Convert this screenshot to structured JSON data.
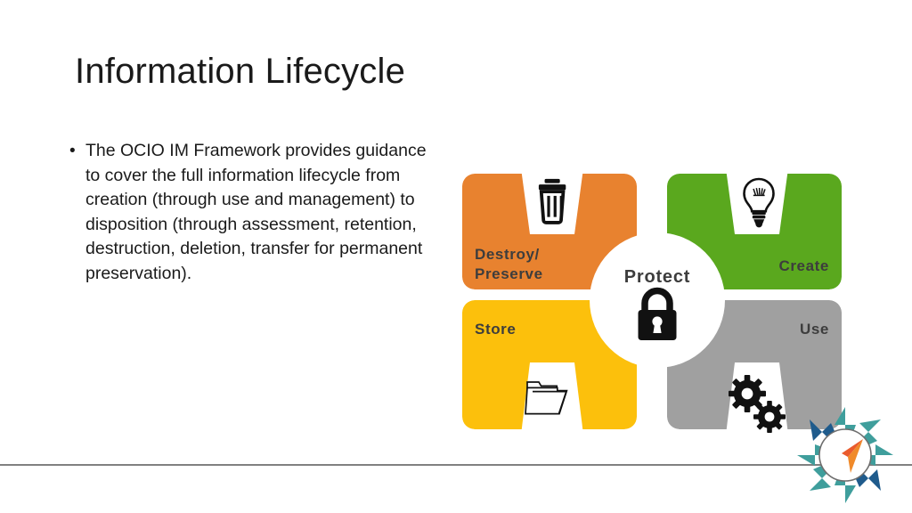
{
  "slide": {
    "title": "Information Lifecycle",
    "background_color": "#ffffff",
    "rule_color": "#808080"
  },
  "body": {
    "bullet_marker": "•",
    "bullet_text": "The OCIO IM Framework provides guidance to cover the full information lifecycle from creation (through use and management) to disposition (through assessment, retention, destruction, deletion, transfer for permanent preservation)."
  },
  "diagram": {
    "name": "information-lifecycle-wheel",
    "center": {
      "label": "Protect",
      "icon": "padlock-icon",
      "fill": "#ffffff",
      "text_color": "#3d3d3d"
    },
    "quadrants": [
      {
        "key": "destroy-preserve",
        "label_line1": "Destroy/",
        "label_line2": "Preserve",
        "icon": "trash-can-icon",
        "color": "#e8822f",
        "position": "top-left",
        "notch": "top"
      },
      {
        "key": "create",
        "label_line1": "Create",
        "label_line2": "",
        "icon": "lightbulb-icon",
        "color": "#5aa81e",
        "position": "top-right",
        "notch": "top"
      },
      {
        "key": "store",
        "label_line1": "Store",
        "label_line2": "",
        "icon": "folder-icon",
        "color": "#fcc00c",
        "position": "bottom-left",
        "notch": "bottom"
      },
      {
        "key": "use",
        "label_line1": "Use",
        "label_line2": "",
        "icon": "gears-icon",
        "color": "#a0a0a0",
        "position": "bottom-right",
        "notch": "bottom"
      }
    ]
  },
  "logo": {
    "name": "compass-rose-logo",
    "point_color_teal": "#3f9e9c",
    "point_color_navy": "#1f5b8c",
    "needle_color_orange": "#f08a2a",
    "needle_color_red": "#ea5b2d",
    "ring_color": "#6e6e6e"
  }
}
